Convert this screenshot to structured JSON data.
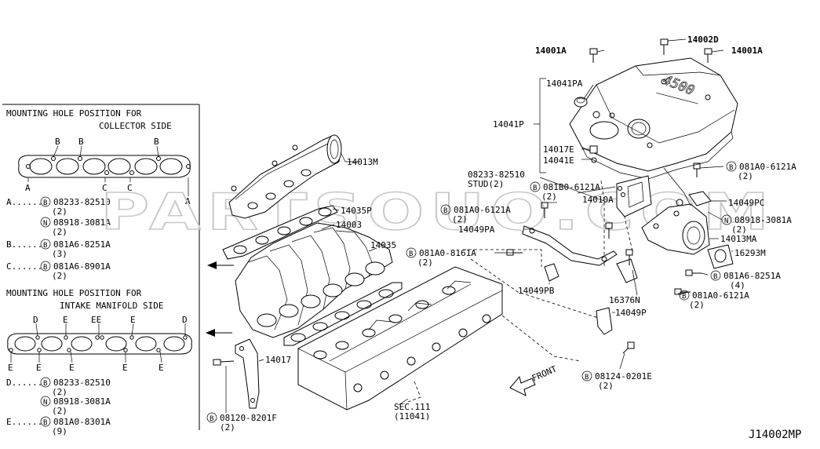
{
  "diagram_code": "J14002MP",
  "watermark": "PARTSOUQ.COM",
  "engine_badge": "4500",
  "collector_inset": {
    "title1": "MOUNTING HOLE POSITION FOR",
    "title2": "COLLECTOR SIDE",
    "letters": {
      "a": "A",
      "b": "B",
      "c": "C"
    }
  },
  "intake_inset": {
    "title1": "MOUNTING HOLE POSITION FOR",
    "title2": "INTAKE MANIFOLD SIDE",
    "letters": {
      "d": "D",
      "e": "E",
      "ee": "EE"
    }
  },
  "legend": {
    "a_key": "A......",
    "a1": "08233-82510",
    "a1q": "(2)",
    "a2": "08918-3081A",
    "a2q": "(2)",
    "b_key": "B......",
    "b1": "081A6-8251A",
    "b1q": "(3)",
    "c_key": "C......",
    "c1": "081A6-8901A",
    "c1q": "(2)",
    "d_key": "D......",
    "d1": "08233-82510",
    "d1q": "(2)",
    "d2": "08918-3081A",
    "d2q": "(2)",
    "e_key": "E......",
    "e1": "081A0-8301A",
    "e1q": "(9)",
    "bolt_glyph": "B",
    "nut_glyph": "N"
  },
  "parts": {
    "p14001A_left": "14001A",
    "p14001A_right": "14001A",
    "p14002D": "14002D",
    "p14041PA": "14041PA",
    "p14041P": "14041P",
    "p14017E": "14017E",
    "p14041E": "14041E",
    "p14013M": "14013M",
    "p14035P": "14035P",
    "p14003": "14003",
    "p14035": "14035",
    "p14017": "14017",
    "stud_num": "08233-82510",
    "stud_text": "STUD(2)",
    "p081B0": "081B0-6121A",
    "p081B0_q": "(2)",
    "p14010A": "14010A",
    "p081A0_6121A_l": "081A0-6121A",
    "p081A0_6121A_l_q": "(2)",
    "p14049PA": "14049PA",
    "p081A0_8161A": "081A0-8161A",
    "p081A0_8161A_q": "(2)",
    "p081A0_6121A_r": "081A0-6121A",
    "p081A0_6121A_r_q": "(2)",
    "p14049PC": "14049PC",
    "p08918": "08918-3081A",
    "p08918_q": "(2)",
    "p14013MA": "14013MA",
    "p16293M": "16293M",
    "p081A6_8251A": "081A6-8251A",
    "p081A6_8251A_q": "(4)",
    "p14049PB": "14049PB",
    "p16376N": "16376N",
    "p081A0_6121A_b": "081A0-6121A",
    "p081A0_6121A_b_q": "(2)",
    "p14049P": "14049P",
    "front": "FRONT",
    "p08124": "08124-0201E",
    "p08124_q": "(2)",
    "sec_111": "SEC.111",
    "sec_111_sub": "(11041)",
    "p08120": "08120-8201F",
    "p08120_q": "(2)"
  }
}
